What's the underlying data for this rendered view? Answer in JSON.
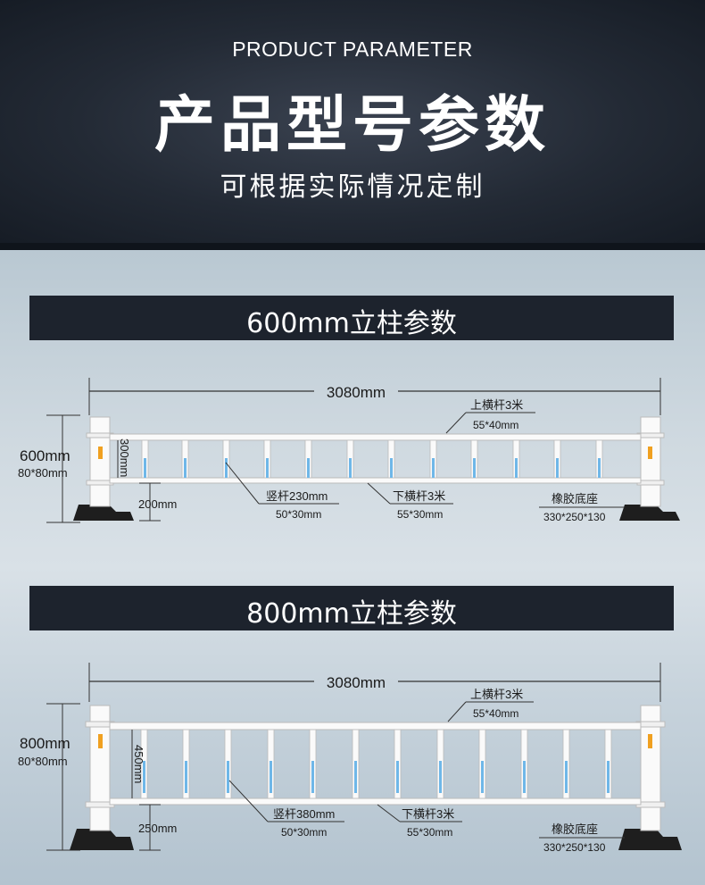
{
  "header": {
    "title_en": "PRODUCT PARAMETER",
    "title_cn": "产品型号参数",
    "subtitle": "可根据实际情况定制"
  },
  "sections": [
    {
      "banner": "600mm立柱参数",
      "total_length": "3080mm",
      "post_height": "600mm",
      "post_size": "80*80mm",
      "fence_height": "300mm",
      "ground_clearance": "200mm",
      "top_rail_label": "上横杆3米",
      "top_rail_size": "55*40mm",
      "vertical_bar_label": "竖杆230mm",
      "vertical_bar_size": "50*30mm",
      "bottom_rail_label": "下横杆3米",
      "bottom_rail_size": "55*30mm",
      "base_label": "橡胶底座",
      "base_size": "330*250*130"
    },
    {
      "banner": "800mm立柱参数",
      "total_length": "3080mm",
      "post_height": "800mm",
      "post_size": "80*80mm",
      "fence_height": "450mm",
      "ground_clearance": "250mm",
      "top_rail_label": "上横杆3米",
      "top_rail_size": "55*40mm",
      "vertical_bar_label": "竖杆380mm",
      "vertical_bar_size": "50*30mm",
      "bottom_rail_label": "下横杆3米",
      "bottom_rail_size": "55*30mm",
      "base_label": "橡胶底座",
      "base_size": "330*250*130"
    }
  ],
  "colors": {
    "header_bg": "#232a35",
    "banner_bg": "#1d232d",
    "accent_blue": "#6fb7e8",
    "reflector": "#f0a020",
    "base": "#1e1e1e"
  }
}
